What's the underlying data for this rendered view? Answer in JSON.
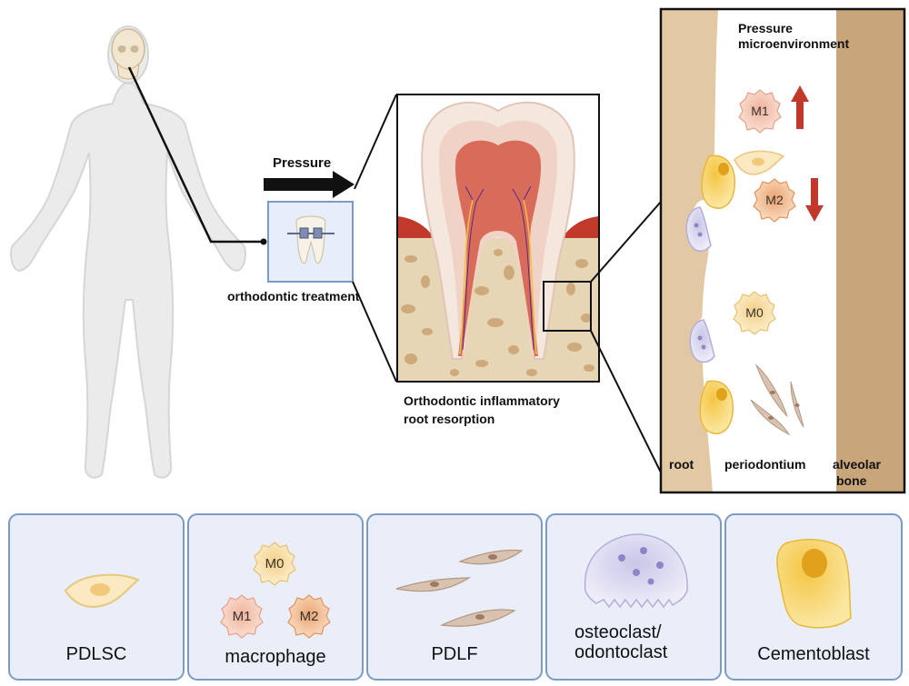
{
  "labels": {
    "pressure": "Pressure",
    "ortho_treatment": "orthodontic treatment",
    "oirr_line1": "Orthodontic inflammatory",
    "oirr_line2": "root resorption",
    "microenv_line1": "Pressure",
    "microenv_line2": "microenvironment",
    "root": "root",
    "periodontium": "periodontium",
    "alveolar_line1": "alveolar",
    "alveolar_line2": "bone"
  },
  "micro_cells": {
    "m1": "M1",
    "m2": "M2",
    "m0": "M0"
  },
  "legend": {
    "pdlsc": "PDLSC",
    "macrophage": "macrophage",
    "m0": "M0",
    "m1": "M1",
    "m2": "M2",
    "pdlf": "PDLF",
    "osteoclast_line1": "osteoclast/",
    "osteoclast_line2": "odontoclast",
    "cementoblast": "Cementoblast"
  },
  "colors": {
    "panel_border": "#7b9bc7",
    "legend_bg": "#e9eef9",
    "arrow_up": "#c0392b",
    "arrow_down": "#c0392b",
    "bone": "#e6d6b5",
    "pulp": "#d96b5b"
  }
}
